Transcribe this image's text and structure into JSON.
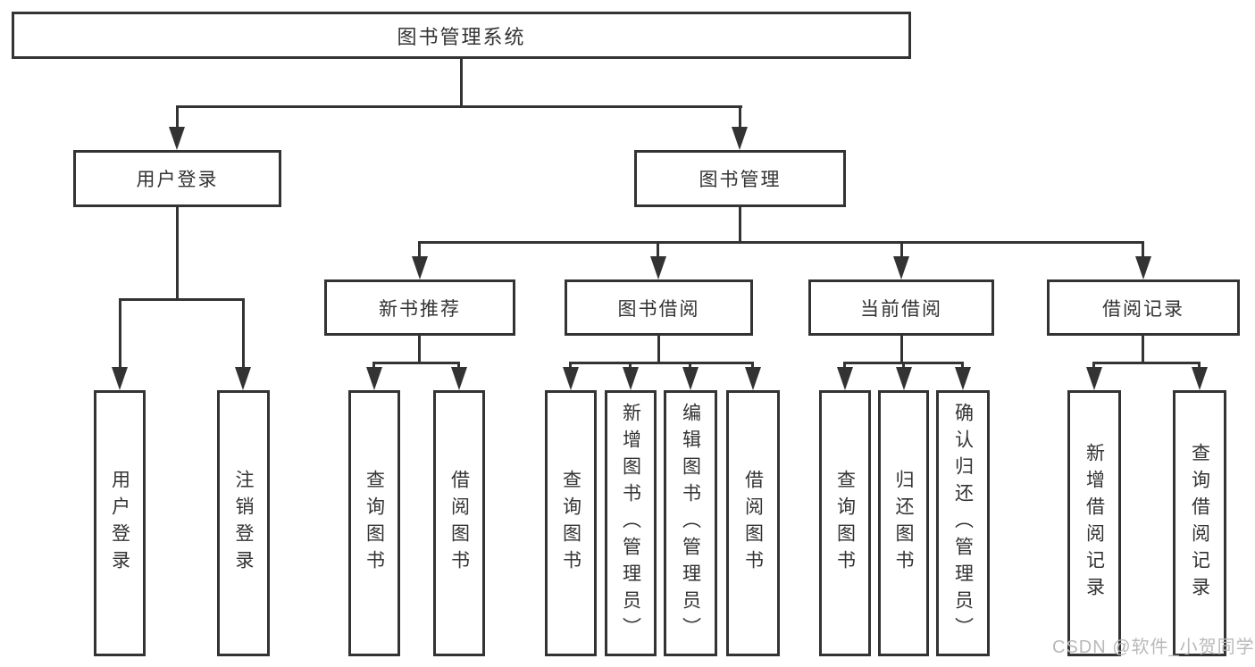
{
  "tree": {
    "root": "图书管理系统",
    "user": {
      "label": "用户登录",
      "children": [
        "用户登录",
        "注销登录"
      ]
    },
    "book": {
      "label": "图书管理",
      "sections": [
        {
          "label": "新书推荐",
          "children": [
            "查询图书",
            "借阅图书"
          ]
        },
        {
          "label": "图书借阅",
          "children": [
            "查询图书",
            "新增图书（管理员）",
            "编辑图书（管理员）",
            "借阅图书"
          ]
        },
        {
          "label": "当前借阅",
          "children": [
            "查询图书",
            "归还图书",
            "确认归还（管理员）"
          ]
        },
        {
          "label": "借阅记录",
          "children": [
            "新增借阅记录",
            "查询借阅记录"
          ]
        }
      ]
    }
  },
  "watermark": "CSDN @软件_小贺同学",
  "colors": {
    "line": "#333333",
    "text": "#333333",
    "watermark": "#b9b9b9",
    "background": "#ffffff"
  }
}
